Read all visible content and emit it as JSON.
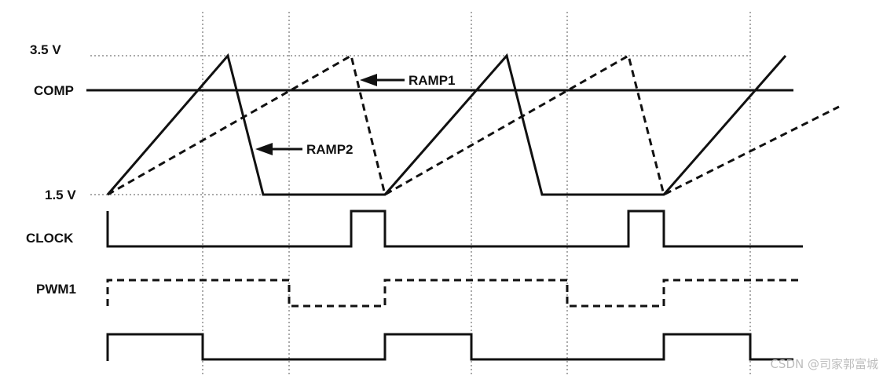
{
  "labels": {
    "v_high": "3.5 V",
    "comp": "COMP",
    "v_low": "1.5 V",
    "ramp1": "RAMP1",
    "ramp2": "RAMP2",
    "clock": "CLOCK",
    "pwm1": "PWM1"
  },
  "watermark": "CSDN @司家郭富城",
  "colors": {
    "ink": "#111111",
    "guide": "#555555",
    "watermark": "#bdbdbd",
    "background": "#ffffff"
  }
}
